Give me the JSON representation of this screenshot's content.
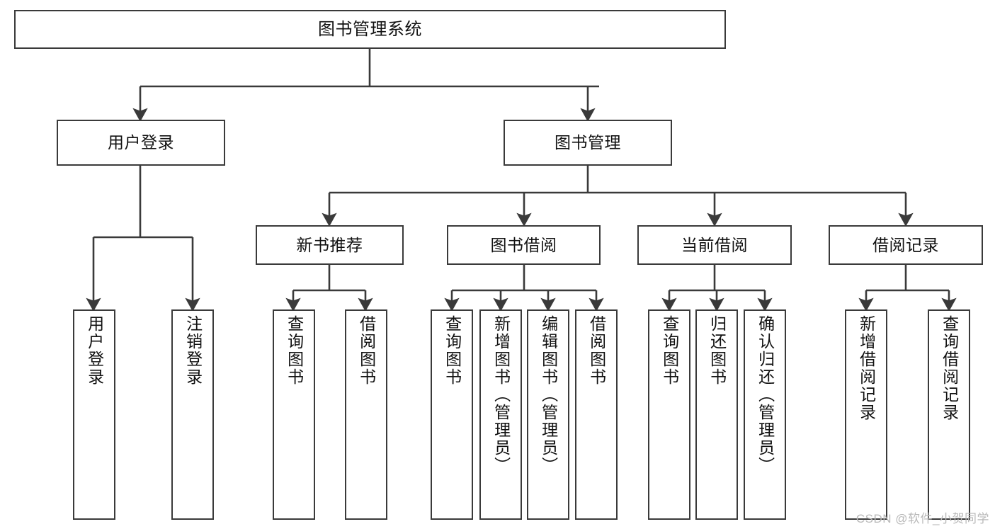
{
  "diagram": {
    "title": "图书管理系统",
    "type": "tree-hierarchy",
    "orientation": "top-down",
    "colors": {
      "box_border": "#3a3a3a",
      "box_fill": "#ffffff",
      "edge": "#3a3a3a",
      "text": "#111111",
      "watermark": "#b9b9b9",
      "background": "#ffffff"
    },
    "watermark": "CSDN @软件_小贺同学"
  },
  "nodes": {
    "root": {
      "label": "图书管理系统"
    },
    "level2": [
      {
        "label": "用户登录"
      },
      {
        "label": "图书管理"
      }
    ],
    "level3": [
      {
        "label": "新书推荐"
      },
      {
        "label": "图书借阅"
      },
      {
        "label": "当前借阅"
      },
      {
        "label": "借阅记录"
      }
    ],
    "leaves": {
      "user_login": [
        {
          "label": "用户登录"
        },
        {
          "label": "注销登录"
        }
      ],
      "new_book_recommend": [
        {
          "label": "查询图书"
        },
        {
          "label": "借阅图书"
        }
      ],
      "book_borrow": [
        {
          "label": "查询图书"
        },
        {
          "label": "新增图书（管理员）"
        },
        {
          "label": "编辑图书（管理员）"
        },
        {
          "label": "借阅图书"
        }
      ],
      "current_borrow": [
        {
          "label": "查询图书"
        },
        {
          "label": "归还图书"
        },
        {
          "label": "确认归还（管理员）"
        }
      ],
      "borrow_record": [
        {
          "label": "新增借阅记录"
        },
        {
          "label": "查询借阅记录"
        }
      ]
    }
  }
}
